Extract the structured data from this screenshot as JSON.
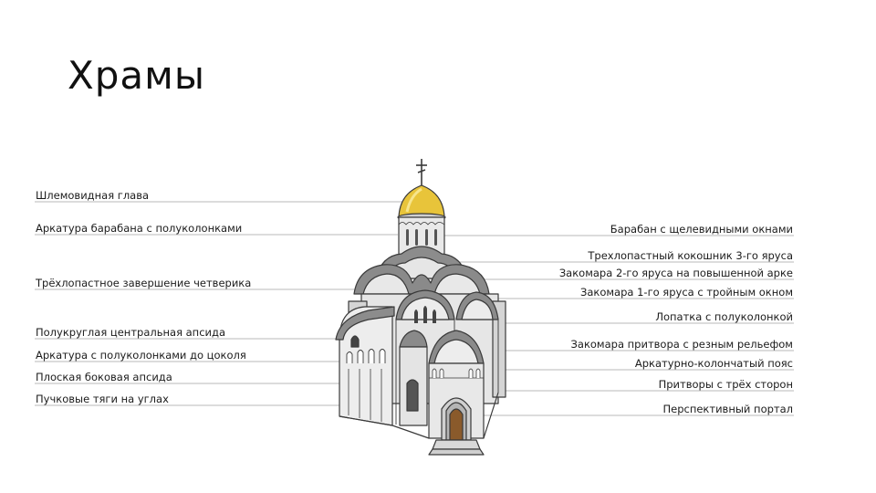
{
  "title": "Храмы",
  "left_labels": [
    "Шлемовидная глава",
    "Аркатура барабана с полуколонками",
    "Трёхлопастное завершение четверика",
    "Полукруглая центральная апсида",
    "Аркатура с полуколонками до цоколя",
    "Плоская боковая апсида",
    "Пучковые тяги на углах"
  ],
  "right_labels": [
    "Барабан с щелевидными окнами",
    "Трехлопастный кокошник 3-го яруса",
    "Закомара 2-го яруса на повышенной арке",
    "Закомара 1-го яруса с тройным окном",
    "Лопатка с полуколонкой",
    "Закомара притвора с резным рельефом",
    "Аркатурно-колончатый пояс",
    "Притворы с трёх сторон",
    "Перспективный портал"
  ],
  "colors": {
    "dome": "#e8c43a",
    "roof": "#8c8c8c",
    "wall": "#e6e6e6",
    "outline": "#3a3a3a",
    "portal": "#8a5a2b"
  }
}
